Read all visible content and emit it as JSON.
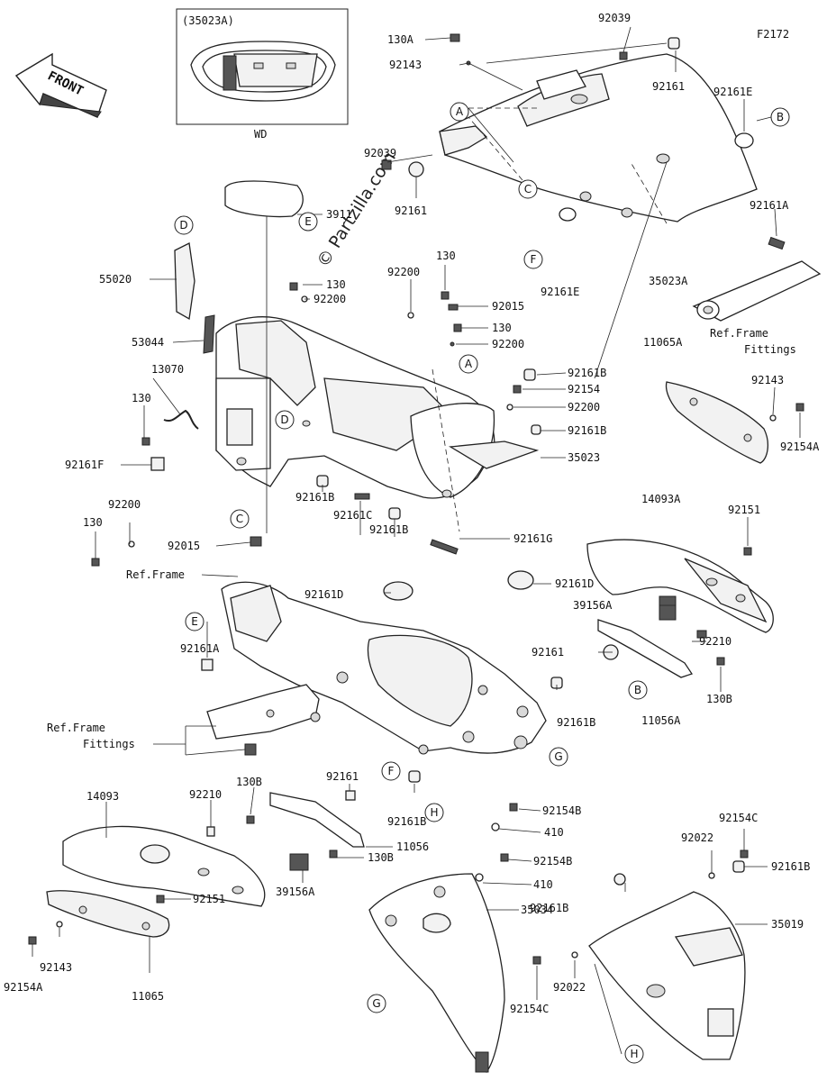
{
  "figure_code": "F2172",
  "front_label": "FRONT",
  "inset": {
    "code": "(35023A)",
    "label": "WD"
  },
  "watermark": "© Partzilla.com",
  "part_labels": {
    "p130A": "130A",
    "p92143_top": "92143",
    "p92039_top": "92039",
    "p92161_top": "92161",
    "p92161E_top": "92161E",
    "p92039_mid": "92039",
    "p92161_mid": "92161",
    "p3911": "3911",
    "p55020": "55020",
    "p130_a": "130",
    "p92200_a": "92200",
    "p92200_b": "92200",
    "p130_b": "130",
    "p92015_a": "92015",
    "p130_c": "130",
    "p92200_c": "92200",
    "p92161E_mid": "92161E",
    "p35023A": "35023A",
    "p92161A_top": "92161A",
    "ref_frame_fittings_top_1": "Ref.Frame",
    "ref_frame_fittings_top_2": "Fittings",
    "p53044": "53044",
    "p13070": "13070",
    "p130_d": "130",
    "p92161B_a": "92161B",
    "p92154": "92154",
    "p92200_d": "92200",
    "p92161B_b": "92161B",
    "p11065A": "11065A",
    "p92143_right": "92143",
    "p92154A_right": "92154A",
    "p92161F": "92161F",
    "p35023": "35023",
    "p92200_e": "92200",
    "p130_e": "130",
    "p92015_b": "92015",
    "p92161B_c": "92161B",
    "p92161C": "92161C",
    "p92161B_d": "92161B",
    "p92161G": "92161G",
    "p14093A": "14093A",
    "p92151_right": "92151",
    "ref_frame": "Ref.Frame",
    "p92161D_a": "92161D",
    "p92161D_b": "92161D",
    "p39156A_right": "39156A",
    "p92210_right": "92210",
    "p92161A_mid": "92161A",
    "p92161_right": "92161",
    "p130B_right": "130B",
    "p11056A": "11056A",
    "ref_frame_fittings_1": "Ref.Frame",
    "ref_frame_fittings_2": "Fittings",
    "p92161B_e": "92161B",
    "p92161_lower": "92161",
    "p130B_lower": "130B",
    "p92210_lower": "92210",
    "p14093": "14093",
    "p11056": "11056",
    "p130B_lower2": "130B",
    "p92161B_f": "92161B",
    "p39156A_lower": "39156A",
    "p92151_lower": "92151",
    "p92143_lower": "92143",
    "p92154A_lower": "92154A",
    "p11065": "11065",
    "p92154B_a": "92154B",
    "p410_a": "410",
    "p92154B_b": "92154B",
    "p410_b": "410",
    "p92161B_g": "92161B",
    "p35034": "35034",
    "p92154C_right": "92154C",
    "p92022_a": "92022",
    "p92161B_h": "92161B",
    "p35019": "35019",
    "p92022_b": "92022",
    "p92154C_lower": "92154C"
  },
  "callouts": {
    "A1": "A",
    "A2": "A",
    "B1": "B",
    "B2": "B",
    "C1": "C",
    "C2": "C",
    "D1": "D",
    "D2": "D",
    "E1": "E",
    "E2": "E",
    "F1": "F",
    "F2": "F",
    "G1": "G",
    "G2": "G",
    "H1": "H",
    "H2": "H"
  }
}
